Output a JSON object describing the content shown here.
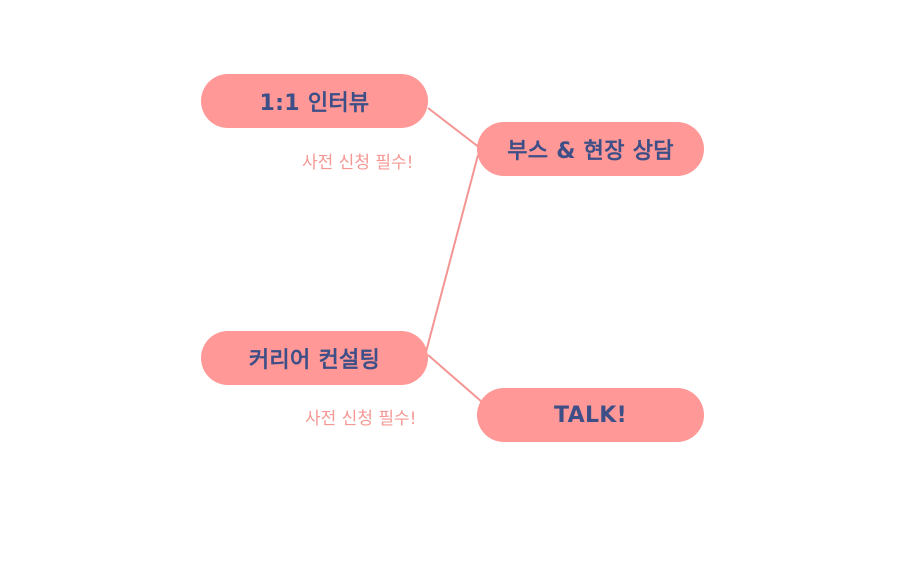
{
  "colors": {
    "pill_fill": "#ff9896",
    "pill_text": "#3d4f86",
    "note_text": "#f59894",
    "connector": "#f49593"
  },
  "nodes": {
    "interview": {
      "label": "1:1 인터뷰",
      "note": "사전 신청 필수!"
    },
    "booth": {
      "label": "부스 & 현장 상담"
    },
    "career": {
      "label": "커리어 컨설팅",
      "note": "사전 신청 필수!"
    },
    "talk": {
      "label": "TALK!"
    }
  }
}
